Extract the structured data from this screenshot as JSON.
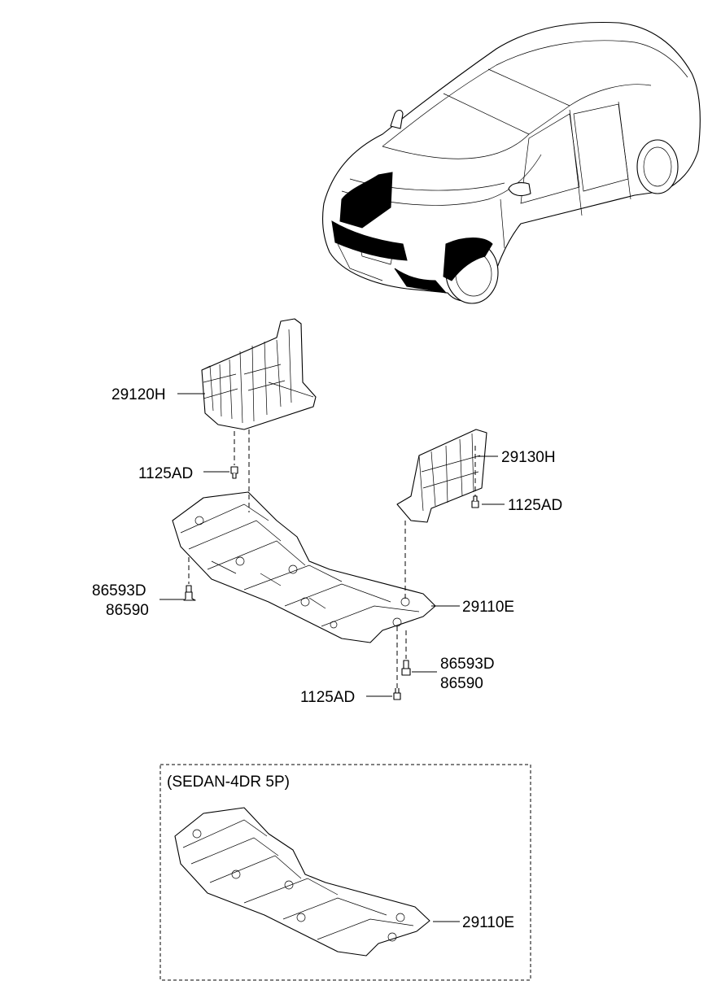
{
  "labels": {
    "rear_left_cover": "29120H",
    "bolt_upper_left": "1125AD",
    "side_cover_right": "29130H",
    "bolt_right": "1125AD",
    "clip_left_a": "86593D",
    "clip_left_b": "86590",
    "main_cover": "29110E",
    "clip_lower_a": "86593D",
    "clip_lower_b": "86590",
    "bolt_lower": "1125AD",
    "variant_title": "(SEDAN-4DR 5P)",
    "variant_cover": "29110E"
  }
}
